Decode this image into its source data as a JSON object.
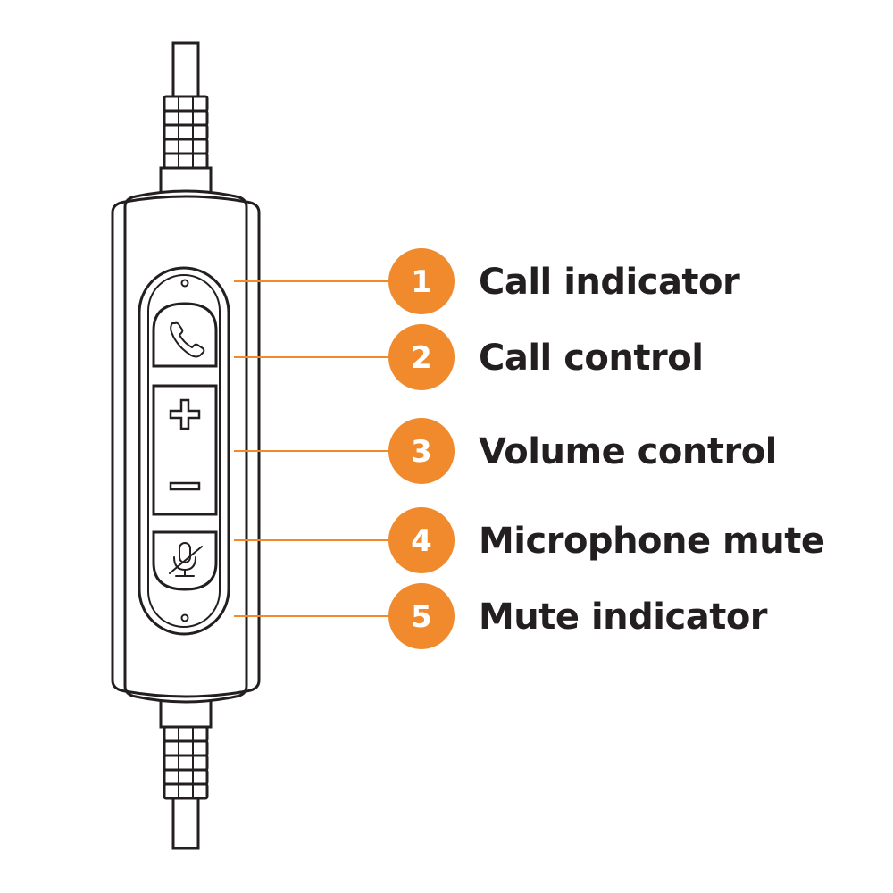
{
  "callouts": [
    {
      "number": "1",
      "label": "Call indicator"
    },
    {
      "number": "2",
      "label": "Call control"
    },
    {
      "number": "3",
      "label": "Volume control"
    },
    {
      "number": "4",
      "label": "Microphone mute"
    },
    {
      "number": "5",
      "label": "Mute indicator"
    }
  ],
  "buttons": {
    "call": {
      "icon": "phone-icon"
    },
    "volume_up": {
      "icon": "plus-icon"
    },
    "volume_down": {
      "icon": "minus-icon"
    },
    "mute": {
      "icon": "microphone-muted-icon"
    }
  },
  "colors": {
    "accent": "#f08a2c",
    "outline": "#231f20",
    "background": "#ffffff"
  }
}
